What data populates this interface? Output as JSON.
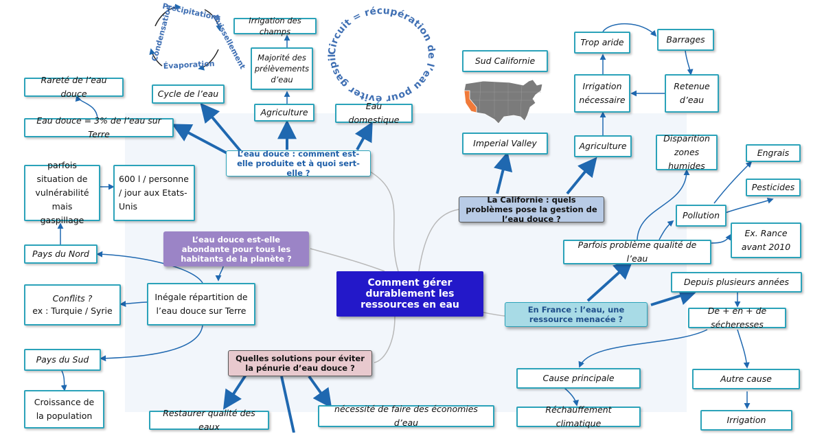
{
  "center": {
    "label": "Comment gérer durablement les ressources en eau"
  },
  "hubs": {
    "eau_douce": "L’eau douce : comment est-elle produite et à quoi sert-elle ?",
    "abondante": "L’eau douce est-elle abondante pour tous les habitants de la planète ?",
    "solutions": "Quelles solutions pour éviter la pénurie d’eau douce ?",
    "californie": "La Californie : quels problèmes pose la gestion de l’eau douce ?",
    "france": "En France : l’eau, une ressource menacée ?"
  },
  "cycle": {
    "precipitations": "Précipitations",
    "ruissellement": "Ruissellement",
    "evaporation": "Évaporation",
    "condensation": "Condensation"
  },
  "circuit_text": "Circuit = récupération de l’eau pour éviter gaspillage",
  "boxes": {
    "rarete": "Rareté de l’eau douce",
    "eau_terre": "Eau douce = 3% de l’eau sur Terre",
    "cycle_eau": "Cycle de l’eau",
    "irrigation_champs": "Irrigation des champs",
    "majorite": "Majorité des prélèvements d’eau",
    "agriculture_top": "Agriculture",
    "eau_domestique": "Eau domestique",
    "vulnerabilite": "parfois situation de vulnérabilité mais gaspillage",
    "six_cents": "600 l / personne / jour aux Etats-Unis",
    "pays_nord": "Pays du Nord",
    "conflits": "Conflits ?",
    "conflits_ex": "ex : Turquie / Syrie",
    "inegale": "Inégale répartition de l’eau douce sur Terre",
    "pays_sud": "Pays du Sud",
    "croissance": "Croissance de la population",
    "restaurer": "Restaurer qualité des eaux",
    "economies": "nécessité de faire des économies d’eau",
    "sud_californie": "Sud Californie",
    "imperial": "Imperial Valley",
    "trop_aride": "Trop aride",
    "barrages": "Barrages",
    "irrigation_necessaire": "Irrigation nécessaire",
    "retenue": "Retenue d’eau",
    "agriculture_ca": "Agriculture",
    "disparition": "Disparition zones humides",
    "engrais": "Engrais",
    "pesticides": "Pesticides",
    "pollution": "Pollution",
    "rance": "Ex. Rance avant 2010",
    "qualite": "Parfois problème qualité de l’eau",
    "plusieurs_annees": "Depuis plusieurs années",
    "secheresses": "De + en + de sécheresses",
    "cause_principale": "Cause principale",
    "autre_cause": "Autre cause",
    "rechauffement": "Réchauffement climatique",
    "irrigation_fr": "Irrigation"
  },
  "colors": {
    "box_border": "#2aa2b9",
    "arrow": "#1f68b0",
    "center_bg": "#2318c9",
    "hub_eau_douce": "#ffffff",
    "hub_abondante": "#9b84c6",
    "hub_solutions": "#e8c9ce",
    "hub_californie": "#b8cbe6",
    "hub_france": "#a8dbe6",
    "california_highlight": "#f07a3a"
  }
}
